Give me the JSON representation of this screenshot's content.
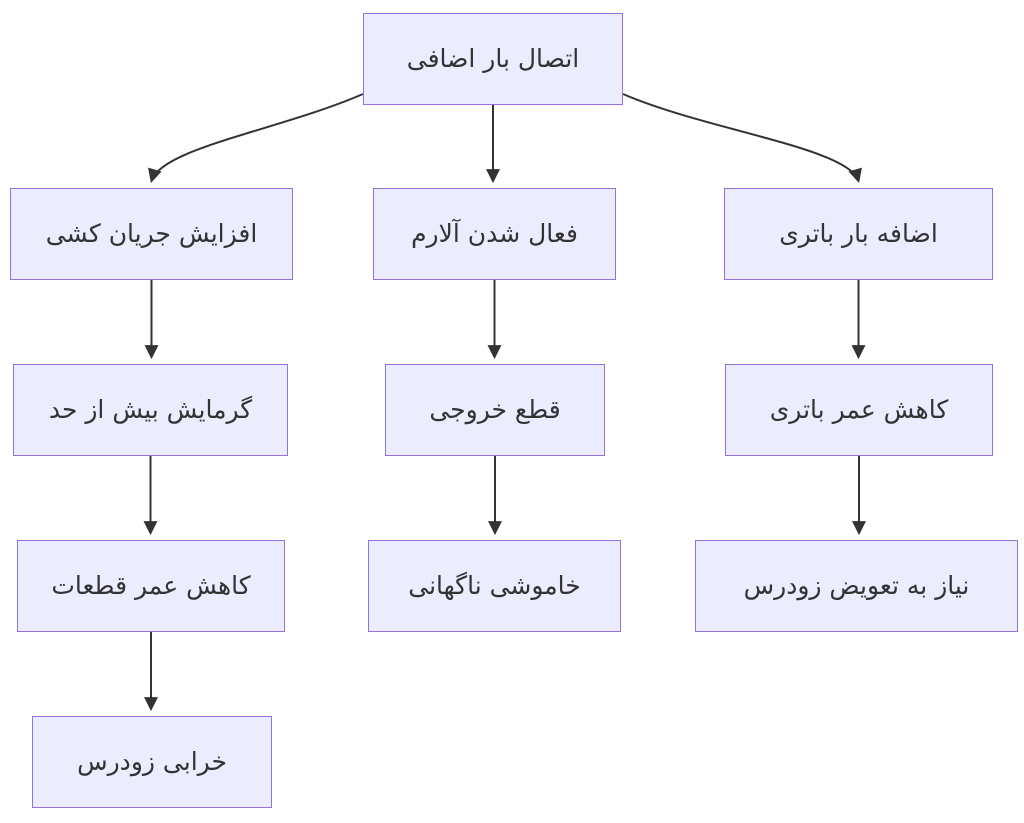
{
  "diagram": {
    "type": "flowchart",
    "orientation": "top-down",
    "language": "fa",
    "colors": {
      "background": "#ffffff",
      "node_fill": "#ECECFF",
      "node_border": "#9370DB",
      "edge_color": "#333333",
      "text_color": "#333333"
    },
    "nodes": [
      {
        "id": "root",
        "label": "اتصال بار اضافی"
      },
      {
        "id": "left-1",
        "label": "افزایش جریان کشی"
      },
      {
        "id": "mid-1",
        "label": "فعال شدن آلارم"
      },
      {
        "id": "right-1",
        "label": "اضافه بار باتری"
      },
      {
        "id": "left-2",
        "label": "گرمایش بیش از حد"
      },
      {
        "id": "mid-2",
        "label": "قطع خروجی"
      },
      {
        "id": "right-2",
        "label": "کاهش عمر باتری"
      },
      {
        "id": "left-3",
        "label": "کاهش عمر قطعات"
      },
      {
        "id": "mid-3",
        "label": "خاموشی ناگهانی"
      },
      {
        "id": "right-3",
        "label": "نیاز به تعویض زودرس"
      },
      {
        "id": "left-4",
        "label": "خرابی زودرس"
      }
    ],
    "edges": [
      {
        "from": "root",
        "to": "left-1"
      },
      {
        "from": "root",
        "to": "mid-1"
      },
      {
        "from": "root",
        "to": "right-1"
      },
      {
        "from": "left-1",
        "to": "left-2"
      },
      {
        "from": "left-2",
        "to": "left-3"
      },
      {
        "from": "left-3",
        "to": "left-4"
      },
      {
        "from": "mid-1",
        "to": "mid-2"
      },
      {
        "from": "mid-2",
        "to": "mid-3"
      },
      {
        "from": "right-1",
        "to": "right-2"
      },
      {
        "from": "right-2",
        "to": "right-3"
      }
    ]
  }
}
